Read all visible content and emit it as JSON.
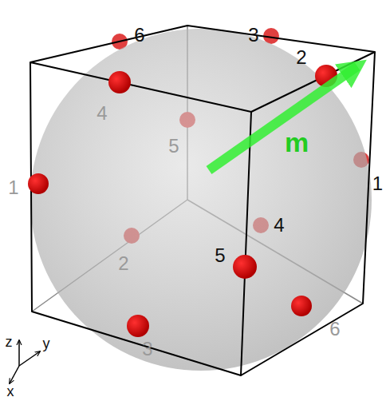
{
  "diagram": {
    "labels": [
      "6",
      "3",
      "2",
      "4",
      "5",
      "m",
      "1",
      "1",
      "4",
      "2",
      "5",
      "3",
      "6",
      "z",
      "y",
      "x"
    ]
  }
}
